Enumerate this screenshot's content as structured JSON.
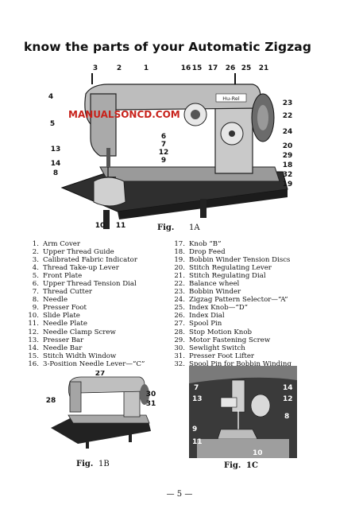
{
  "page": {
    "title": "know the parts of your Automatic Zigzag",
    "page_number": "— 5 —"
  },
  "figure_1a": {
    "label": "Fig.",
    "id": "1A",
    "watermark": "MANUALSONCD.COM",
    "brand_plate": "Hu-Rel",
    "callouts_top": [
      "3",
      "2",
      "1",
      "16",
      "15",
      "17",
      "26",
      "25",
      "21"
    ],
    "callouts_left": [
      "4",
      "5",
      "13",
      "14",
      "8"
    ],
    "callouts_right": [
      "23",
      "22",
      "24",
      "20",
      "29",
      "18",
      "32",
      "19"
    ],
    "callouts_mid": [
      "6",
      "7",
      "12",
      "9"
    ],
    "callouts_bottom": [
      "10",
      "11"
    ]
  },
  "parts_left": [
    {
      "num": "1.",
      "name": "Arm Cover"
    },
    {
      "num": "2.",
      "name": "Upper Thread Guide"
    },
    {
      "num": "3.",
      "name": "Calibrated Fabric Indicator"
    },
    {
      "num": "4.",
      "name": "Thread Take-up Lever"
    },
    {
      "num": "5.",
      "name": "Front Plate"
    },
    {
      "num": "6.",
      "name": "Upper Thread Tension Dial"
    },
    {
      "num": "7.",
      "name": "Thread Cutter"
    },
    {
      "num": "8.",
      "name": "Needle"
    },
    {
      "num": "9.",
      "name": "Presser Foot"
    },
    {
      "num": "10.",
      "name": "Slide Plate"
    },
    {
      "num": "11.",
      "name": "Needle Plate"
    },
    {
      "num": "12.",
      "name": "Needle Clamp Screw"
    },
    {
      "num": "13.",
      "name": "Presser Bar"
    },
    {
      "num": "14.",
      "name": "Needle Bar"
    },
    {
      "num": "15.",
      "name": "Stitch Width Window"
    },
    {
      "num": "16.",
      "name": "3-Position Needle Lever—“C”"
    }
  ],
  "parts_right": [
    {
      "num": "17.",
      "name": "Knob “B”"
    },
    {
      "num": "18.",
      "name": "Drop Feed"
    },
    {
      "num": "19.",
      "name": "Bobbin Winder Tension Discs"
    },
    {
      "num": "20.",
      "name": "Stitch Regulating Lever"
    },
    {
      "num": "21.",
      "name": "Stitch Regulating Dial"
    },
    {
      "num": "22.",
      "name": "Balance wheel"
    },
    {
      "num": "23.",
      "name": "Bobbin Winder"
    },
    {
      "num": "24.",
      "name": "Zigzag Pattern Selector—“A”"
    },
    {
      "num": "25.",
      "name": "Index Knob—“D”"
    },
    {
      "num": "26.",
      "name": "Index Dial"
    },
    {
      "num": "27.",
      "name": "Spool Pin"
    },
    {
      "num": "28.",
      "name": "Stop Motion Knob"
    },
    {
      "num": "29.",
      "name": "Motor Fastening Screw"
    },
    {
      "num": "30.",
      "name": "Sewlight Switch"
    },
    {
      "num": "31.",
      "name": "Presser Foot Lifter"
    },
    {
      "num": "32.",
      "name": "Spool Pin for Bobbin Winding"
    }
  ],
  "figure_1b": {
    "label": "Fig.",
    "id": "1B",
    "callouts": [
      "27",
      "28",
      "30",
      "31"
    ]
  },
  "figure_1c": {
    "label": "Fig.",
    "id": "1C",
    "callouts": [
      "7",
      "13",
      "14",
      "12",
      "8",
      "9",
      "11",
      "10"
    ]
  }
}
